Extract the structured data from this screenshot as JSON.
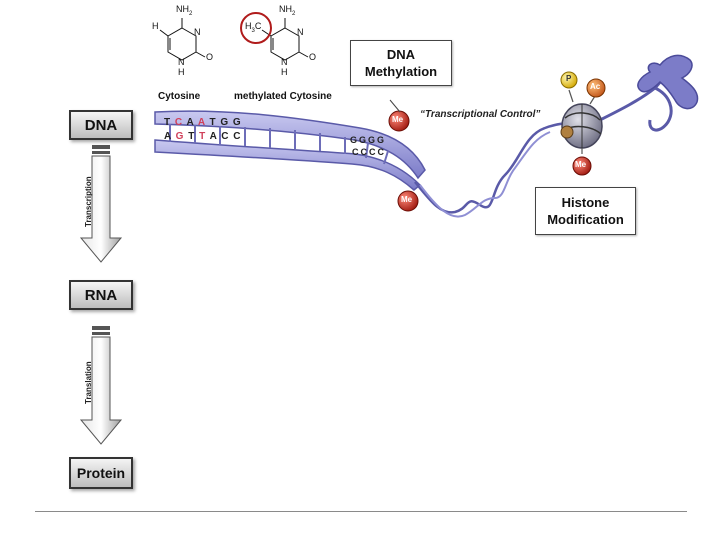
{
  "flow": {
    "dna": "DNA",
    "rna": "RNA",
    "protein": "Protein",
    "transcription": "Transcription",
    "translation": "Translation"
  },
  "molecules": {
    "cytosine_label": "Cytosine",
    "methylated_label": "methylated Cytosine",
    "nh2": "NH",
    "nh2_sub": "2",
    "h3c": "H",
    "h3c_sub": "3",
    "h3c_c": "C",
    "n": "N",
    "o": "O",
    "h": "H"
  },
  "callouts": {
    "dna_methylation_line1": "DNA",
    "dna_methylation_line2": "Methylation",
    "histone_line1": "Histone",
    "histone_line2": "Modification",
    "transcriptional_control": "“Transcriptional Control”"
  },
  "marks": {
    "me": "Me",
    "p": "P",
    "ac": "Ac"
  },
  "bases": {
    "top": [
      "T",
      "C",
      "A",
      "A",
      "T",
      "G",
      "G"
    ],
    "bottom": [
      "A",
      "G",
      "T",
      "T",
      "A",
      "C",
      "C"
    ],
    "right_top": [
      "G",
      "G",
      "G",
      "G"
    ],
    "right_bottom": [
      "C",
      "C",
      "C",
      "C"
    ]
  },
  "colors": {
    "helix": "#8f8fd4",
    "helix_dark": "#5a5aa8",
    "me_ball": "#c0392b",
    "p_ball": "#f1c40f",
    "ac_ball": "#e67e22",
    "highlight_base": "#d0405a",
    "circle": "#b01b1b"
  }
}
